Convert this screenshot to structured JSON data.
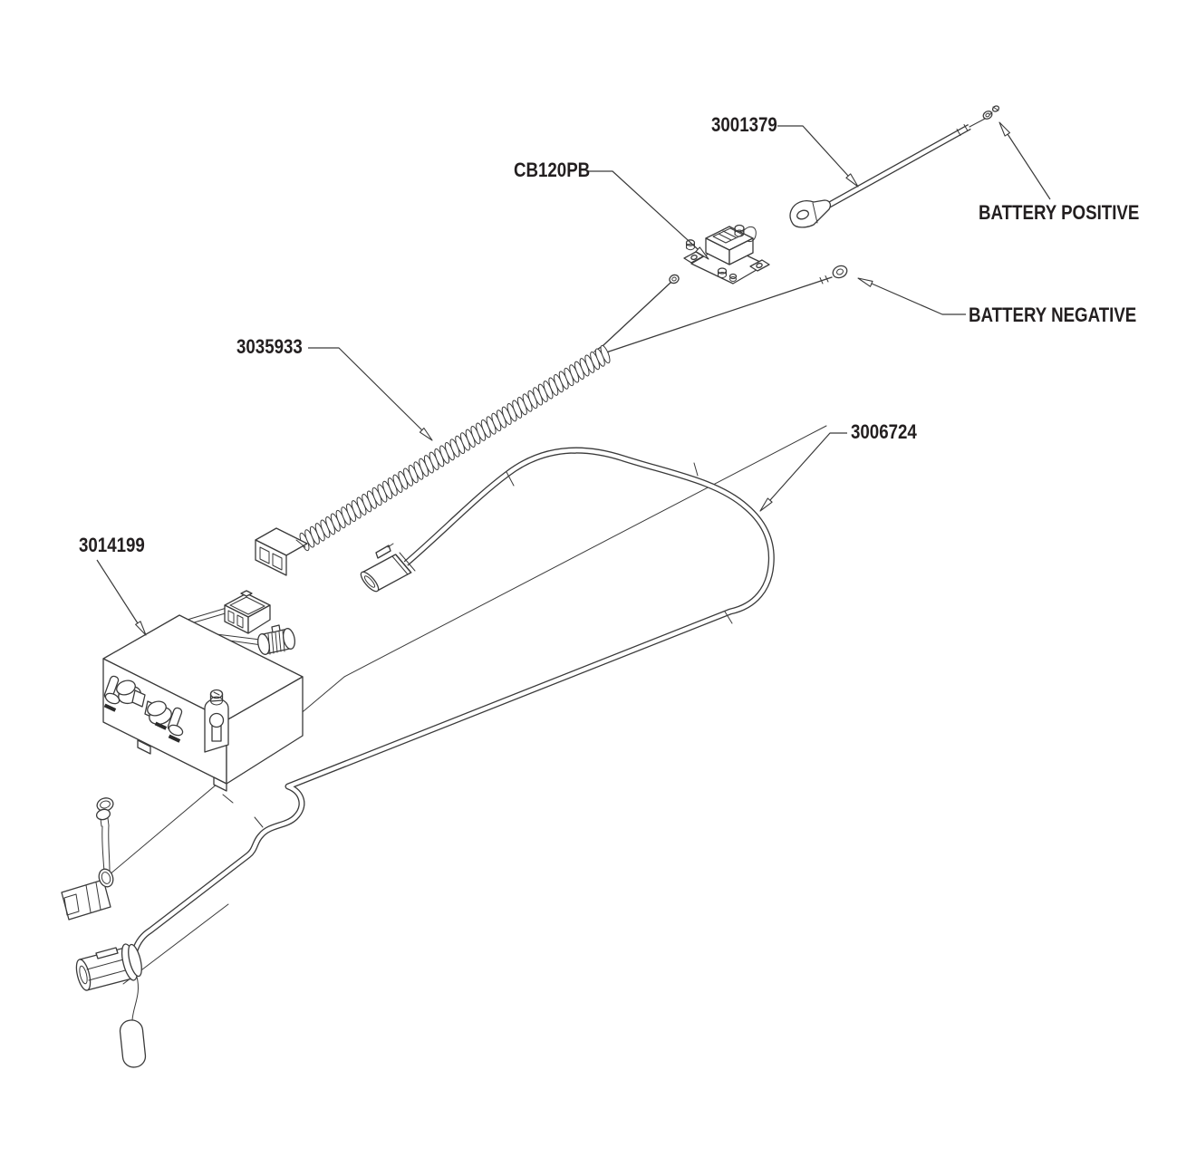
{
  "diagram": {
    "type": "exploded-parts-wiring-diagram",
    "background_color": "#ffffff",
    "line_color": "#3a3a3a",
    "label_text_color": "#231f20",
    "labels": {
      "p3001379": "3001379",
      "cb120pb": "CB120PB",
      "battery_positive": "BATTERY POSITIVE",
      "battery_negative": "BATTERY NEGATIVE",
      "p3035933": "3035933",
      "p3006724": "3006724",
      "p3014199": "3014199"
    }
  }
}
